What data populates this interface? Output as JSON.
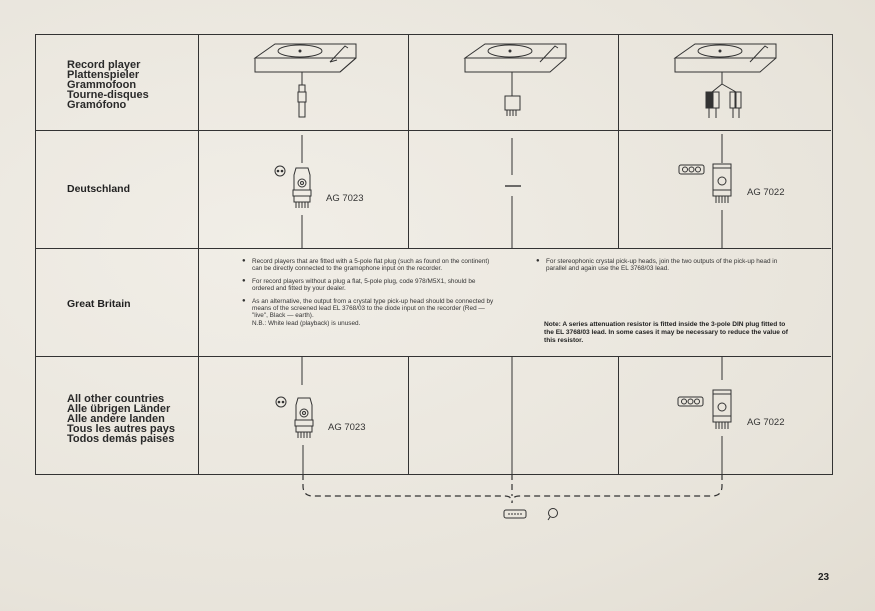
{
  "header_labels": [
    "Record player",
    "Plattenspieler",
    "Grammofoon",
    "Tourne-disques",
    "Gramófono"
  ],
  "countries": {
    "de": "Deutschland",
    "gb": "Great Britain",
    "other": [
      "All other countries",
      "Alle übrigen Länder",
      "Alle andere landen",
      "Tous les autres pays",
      "Todos demás paises"
    ]
  },
  "plugs": {
    "mono_de": "AG 7023",
    "stereo_de": "AG 7022",
    "mono_other": "AG 7023",
    "stereo_other": "AG 7022"
  },
  "gb_notes_left": [
    "Record players that are fitted with a 5-pole flat plug (such as found on the continent) can be directly connected to the gramophone input on the recorder.",
    "For record players without a plug a flat, 5-pole plug, code 978/M5X1, should be ordered and fitted by your dealer.",
    "As an alternative, the output from a crystal type pick-up head should be connected by means of the screened lead EL 3768/03 to the diode input on the recorder (Red — \"live\", Black — earth)."
  ],
  "gb_note_left_extra": "N.B.: White lead (playback) is unused.",
  "gb_notes_right": [
    "For stereophonic crystal pick-up heads, join the two outputs of the pick-up head in parallel and again use the EL 3768/03 lead."
  ],
  "gb_note_bold": "Note: A series attenuation resistor is fitted inside the 3-pole DIN plug fitted to the EL 3768/03 lead. In some cases it may be necessary to reduce the value of this resistor.",
  "page_number": "23",
  "icons": [
    "turntable-icon",
    "din-socket-icon",
    "din-plug-icon",
    "flat-plug-icon",
    "phono-plug-icon",
    "tape-recorder-icon"
  ]
}
